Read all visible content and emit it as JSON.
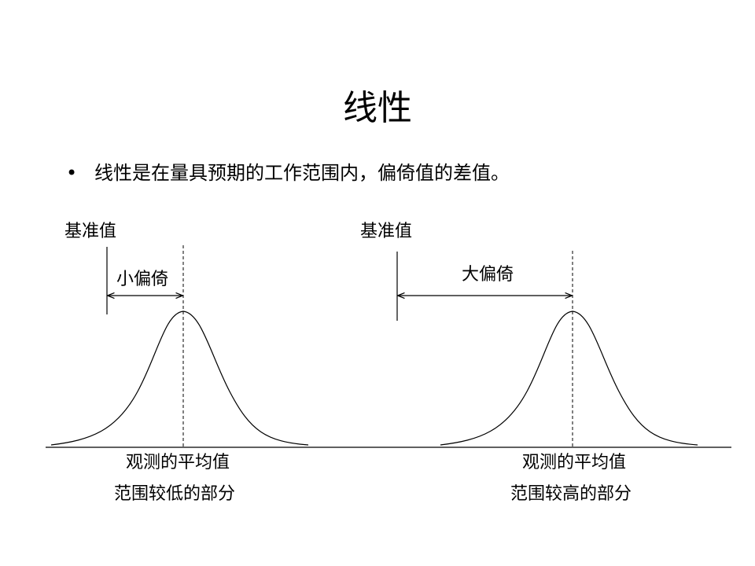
{
  "slide": {
    "title": "线性",
    "bullet_symbol": "•",
    "bullet_text": "线性是在量具预期的工作范围内，偏倚值的差值。"
  },
  "left_panel": {
    "reference_label": "基准值",
    "bias_label": "小偏倚",
    "mean_caption": "观测的平均值",
    "range_caption": "范围较低的部分"
  },
  "right_panel": {
    "reference_label": "基准值",
    "bias_label": "大偏倚",
    "mean_caption": "观测的平均值",
    "range_caption": "范围较高的部分"
  }
}
